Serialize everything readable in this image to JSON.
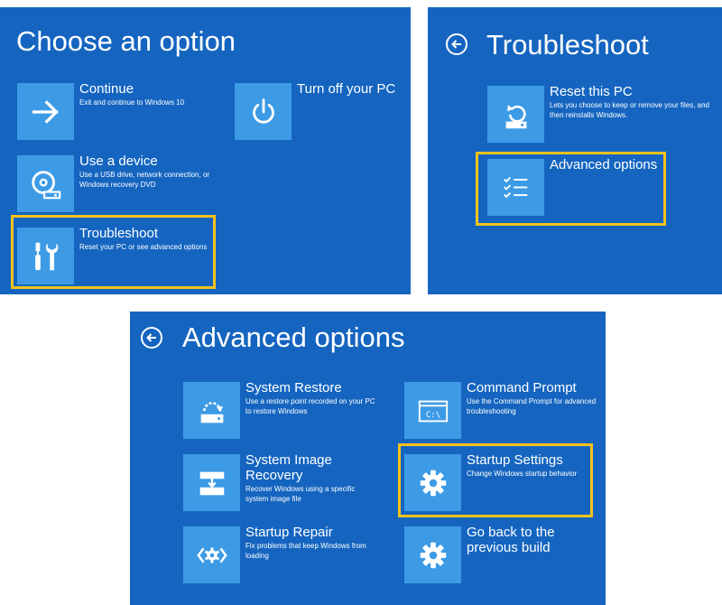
{
  "choose": {
    "title": "Choose an option",
    "continue": {
      "title": "Continue",
      "desc": "Exit and continue to Windows 10",
      "icon": "arrow-right-icon"
    },
    "turn_off": {
      "title": "Turn off your PC",
      "icon": "power-icon"
    },
    "use_device": {
      "title": "Use a device",
      "desc": "Use a USB drive, network connection, or Windows recovery DVD",
      "icon": "disc-drive-icon"
    },
    "troubleshoot": {
      "title": "Troubleshoot",
      "desc": "Reset your PC or see advanced options",
      "icon": "tools-icon"
    }
  },
  "troubleshoot": {
    "title": "Troubleshoot",
    "reset": {
      "title": "Reset this PC",
      "desc": "Lets you choose to keep or remove your files, and then reinstalls Windows.",
      "icon": "reset-pc-icon"
    },
    "advanced": {
      "title": "Advanced options",
      "icon": "checklist-icon"
    }
  },
  "advanced": {
    "title": "Advanced options",
    "system_restore": {
      "title": "System Restore",
      "desc": "Use a restore point recorded on your PC to restore Windows",
      "icon": "system-restore-icon"
    },
    "command_prompt": {
      "title": "Command Prompt",
      "desc": "Use the Command Prompt for advanced troubleshooting",
      "icon": "command-prompt-icon",
      "glyph": "C:\\"
    },
    "system_image": {
      "title": "System Image Recovery",
      "desc": "Recover Windows using a specific system image file",
      "icon": "system-image-icon"
    },
    "startup_settings": {
      "title": "Startup Settings",
      "desc": "Change Windows startup behavior",
      "icon": "gear-icon"
    },
    "startup_repair": {
      "title": "Startup Repair",
      "desc": "Fix problems that keep Windows from loading",
      "icon": "startup-repair-icon"
    },
    "go_back": {
      "title": "Go back to the previous build",
      "icon": "gear-icon"
    }
  },
  "colors": {
    "panel_bg": "#1565c0",
    "tile_bg": "#3d9be6",
    "highlight": "#f6c21c",
    "text": "#ffffff"
  }
}
